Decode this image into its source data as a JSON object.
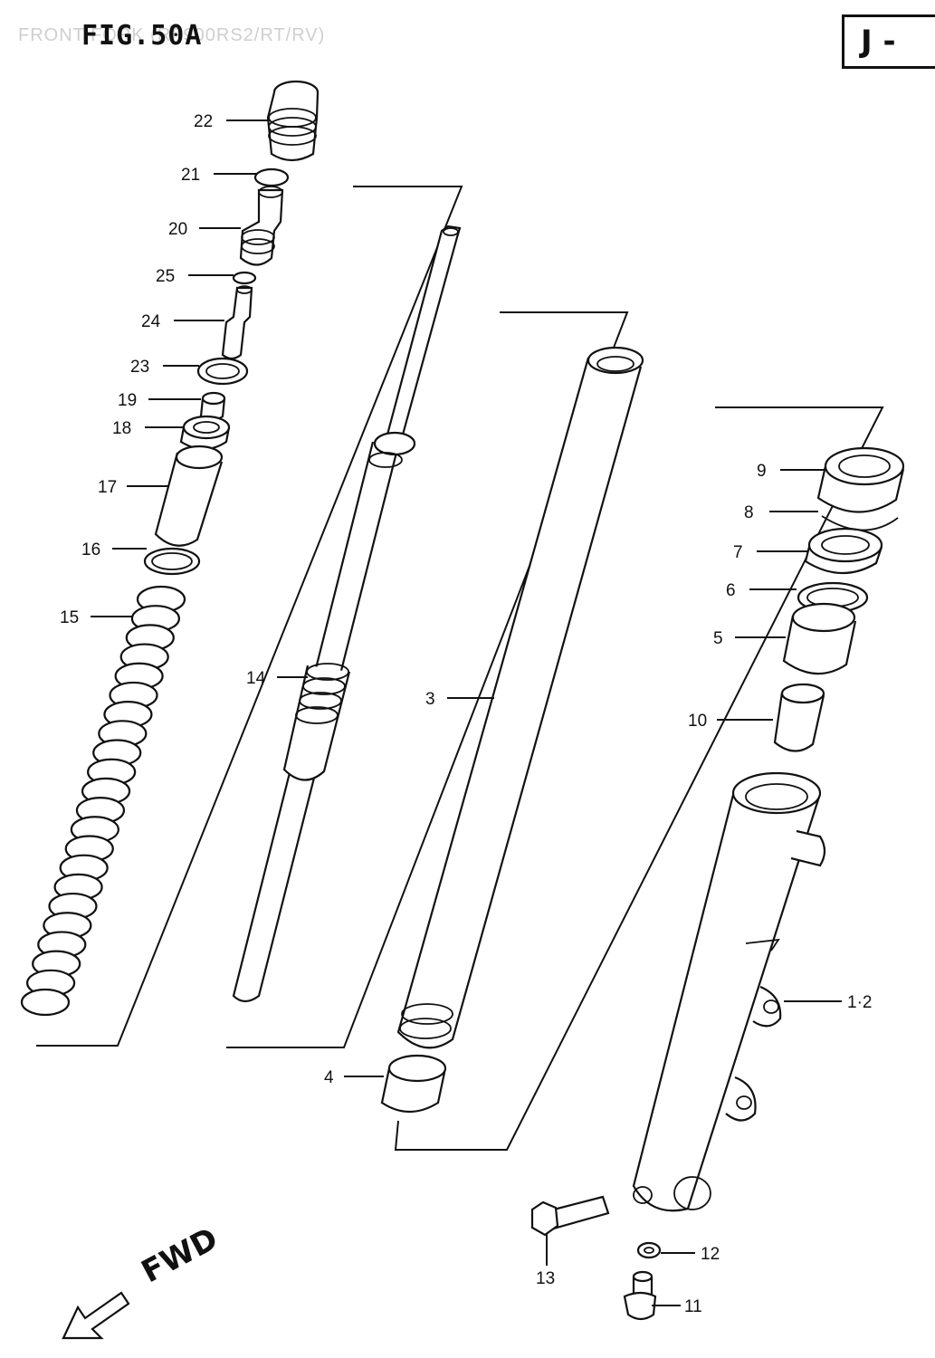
{
  "figure": {
    "title": "FIG.50A",
    "subtitle": "FRONT FORK (RF900RS2/RT/RV)",
    "region_code": "J -",
    "direction_label": "FWD"
  },
  "callouts": [
    {
      "id": "22",
      "label": "22"
    },
    {
      "id": "21",
      "label": "21"
    },
    {
      "id": "20",
      "label": "20"
    },
    {
      "id": "25",
      "label": "25"
    },
    {
      "id": "24",
      "label": "24"
    },
    {
      "id": "23",
      "label": "23"
    },
    {
      "id": "19",
      "label": "19"
    },
    {
      "id": "18",
      "label": "18"
    },
    {
      "id": "17",
      "label": "17"
    },
    {
      "id": "16",
      "label": "16"
    },
    {
      "id": "15",
      "label": "15"
    },
    {
      "id": "14",
      "label": "14"
    },
    {
      "id": "3",
      "label": "3"
    },
    {
      "id": "4",
      "label": "4"
    },
    {
      "id": "9",
      "label": "9"
    },
    {
      "id": "8",
      "label": "8"
    },
    {
      "id": "7",
      "label": "7"
    },
    {
      "id": "6",
      "label": "6"
    },
    {
      "id": "5",
      "label": "5"
    },
    {
      "id": "10",
      "label": "10"
    },
    {
      "id": "1-2",
      "label": "1·2"
    },
    {
      "id": "13",
      "label": "13"
    },
    {
      "id": "12",
      "label": "12"
    },
    {
      "id": "11",
      "label": "11"
    }
  ]
}
